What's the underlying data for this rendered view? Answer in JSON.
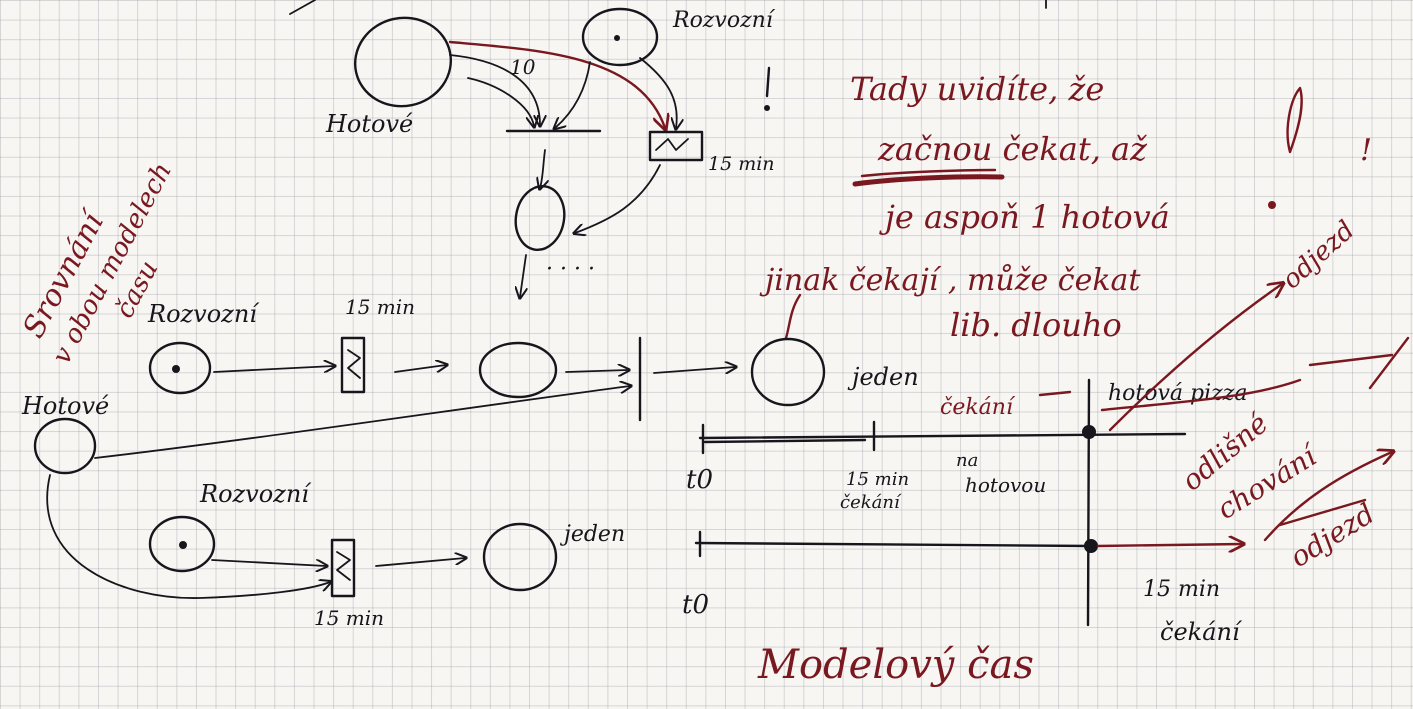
{
  "colors": {
    "ink": "#16161c",
    "red_ink": "#7a1820",
    "paper": "#f7f6f3",
    "grid": "#b8b8c0"
  },
  "top_diagram": {
    "rozvoz_label": "Rozvozní",
    "hotove_label": "Hotové",
    "weight_10": "10",
    "minutes_15": "15 min",
    "dots": "· · · ·"
  },
  "left_note": {
    "line1": "Srovnání",
    "line2": "v obou modelech",
    "line3": "času"
  },
  "right_note": {
    "line1": "Tady uvidíte, že",
    "line2": "začnou čekat, až",
    "line3": "je aspoň 1 hotová",
    "line4": "jinak čekají , může čekat",
    "line5": "lib. dlouho",
    "exclaim": "!"
  },
  "row1": {
    "rozvoz_label": "Rozvozní",
    "minutes": "15 min",
    "jeden": "jeden"
  },
  "hotove_left": "Hotové",
  "row2": {
    "rozvoz_label": "Rozvozní",
    "minutes": "15 min",
    "jeden": "jeden"
  },
  "timeline1": {
    "t0": "t0",
    "tick_label_1": "15 min",
    "tick_label_2": "čekání",
    "mid_label_1": "na",
    "mid_label_2": "hotovou",
    "wait_label": "čekání",
    "ready_label": "hotová pizza",
    "departs": "odjezd"
  },
  "timeline2": {
    "t0": "t0",
    "label_1": "15 min",
    "label_2": "čekání",
    "departs": "odjezd"
  },
  "difference_note": {
    "line1": "odlišné",
    "line2": "chování"
  },
  "bottom_title": "Modelový čas"
}
